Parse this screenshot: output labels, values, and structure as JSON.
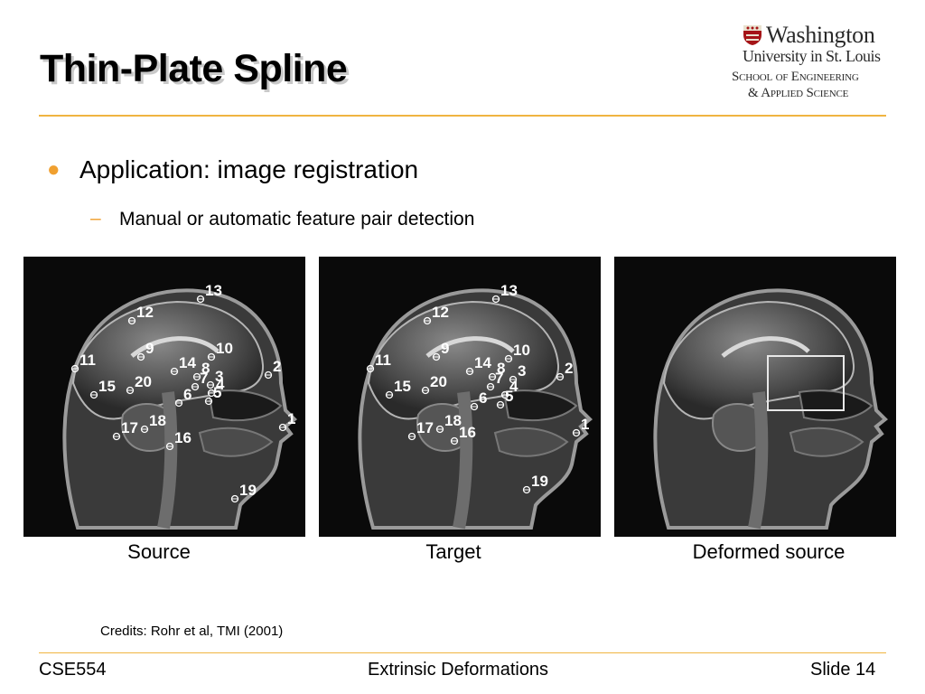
{
  "slide": {
    "title": "Thin-Plate Spline",
    "bullet": "Application: image registration",
    "sub_bullet": "Manual or automatic feature pair detection",
    "captions": [
      "Source",
      "Target",
      "Deformed source"
    ],
    "credits": "Credits: Rohr et al, TMI (2001)"
  },
  "logo": {
    "line1": "Washington",
    "line2": "University in St. Louis",
    "line3": "School of Engineering",
    "line4": "& Applied Science"
  },
  "footer": {
    "course": "CSE554",
    "topic": "Extrinsic Deformations",
    "slide_number": "Slide 14"
  },
  "landmark_labels": [
    "1",
    "2",
    "3",
    "4",
    "5",
    "6",
    "7",
    "8",
    "9",
    "10",
    "11",
    "12",
    "13",
    "14",
    "15",
    "16",
    "17",
    "18",
    "19",
    "20"
  ],
  "colors": {
    "accent": "#f0b441",
    "bullet": "#f0a030",
    "image_background": "#0a0a0a",
    "landmark": "#ffffff"
  }
}
